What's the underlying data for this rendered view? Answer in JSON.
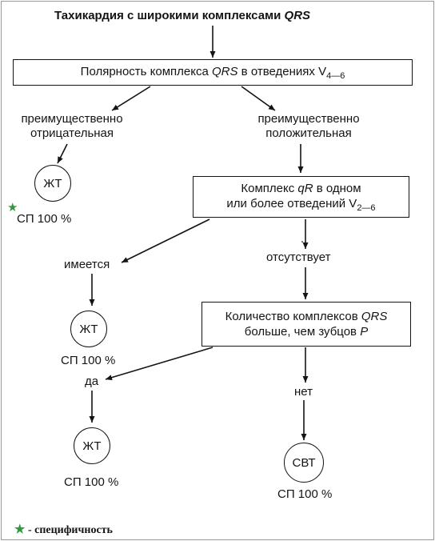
{
  "title": {
    "text": "Тахикардия с широкими комплексами ",
    "em": "QRS"
  },
  "box1": {
    "pre": "Полярность комплекса ",
    "em": "QRS",
    "post": " в отведениях V",
    "sub": "4—6"
  },
  "left_branch": {
    "line1": "преимущественно",
    "line2": "отрицательная"
  },
  "right_branch": {
    "line1": "преимущественно",
    "line2": "положительная"
  },
  "vt_label": "ЖТ",
  "svt_label": "СВТ",
  "sp_100": "СП 100 %",
  "box2": {
    "pre": "Комплекс ",
    "em": "qR",
    "post": " в одном",
    "line2": "или более отведений V",
    "sub": "2—6"
  },
  "present_label": "имеется",
  "absent_label": "отсутствует",
  "box3": {
    "line1_pre": "Количество комплексов ",
    "line1_em": "QRS",
    "line2_pre": "больше, чем зубцов ",
    "line2_em": "P"
  },
  "yes_label": "да",
  "no_label": "нет",
  "legend": {
    "icon": "star-icon",
    "text": " - специфичность"
  },
  "colors": {
    "star": "#2e9a3c",
    "ink": "#141414"
  }
}
